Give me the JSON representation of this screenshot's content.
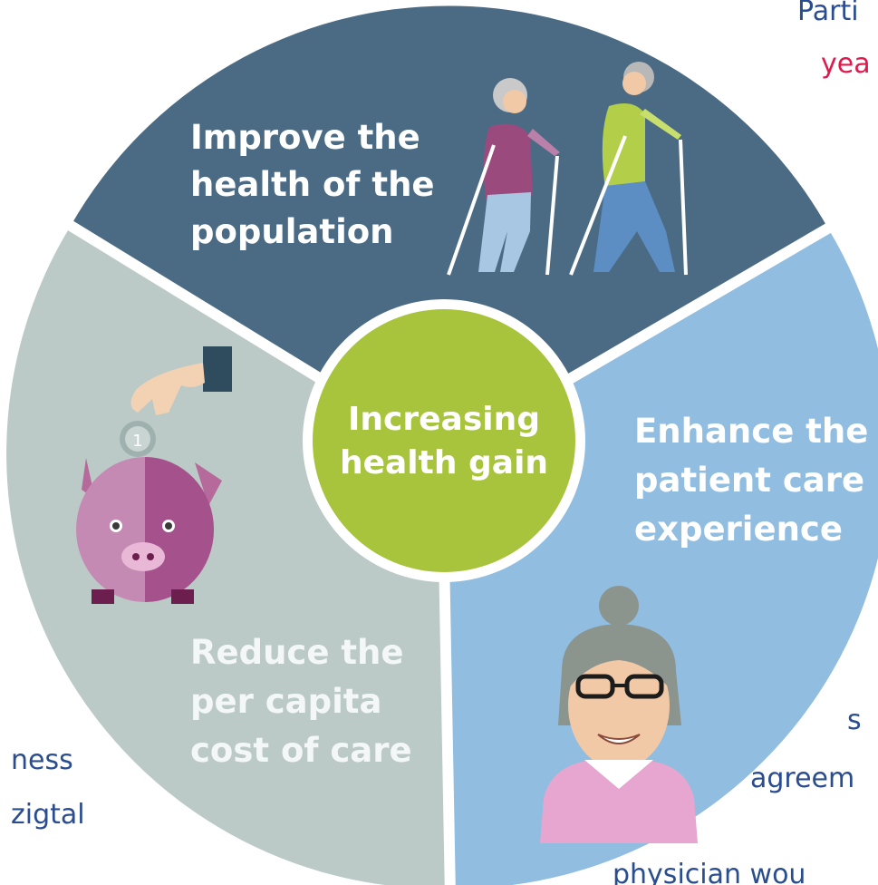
{
  "center": {
    "line1": "Increasing",
    "line2": "health gain"
  },
  "segments": {
    "top": {
      "line1": "Improve the",
      "line2": "health of the",
      "line3": "population",
      "icon": "walking-seniors-illustration"
    },
    "right": {
      "line1": "Enhance the",
      "line2": "patient care",
      "line3": "experience",
      "icon": "smiling-elderly-woman-illustration"
    },
    "left": {
      "line1": "Reduce the",
      "line2": "per capita",
      "line3": "cost of care",
      "icon": "piggy-bank-coin-illustration"
    }
  },
  "background_text": {
    "top_right_line1": "Parti",
    "top_right_line2": "yea",
    "bottom_left_line1": "ness",
    "bottom_left_line2": "zigtal",
    "bottom_right_line1": "s",
    "bottom_right_line2": "agreem",
    "bottom_right_line3": "physician wou"
  },
  "colors": {
    "segment_top": "#4b6b84",
    "segment_right": "#90bde0",
    "segment_left": "#bccac7",
    "center": "#a8c33c",
    "background_text": "#2a4d8f",
    "background_text_accent": "#e0194d"
  }
}
